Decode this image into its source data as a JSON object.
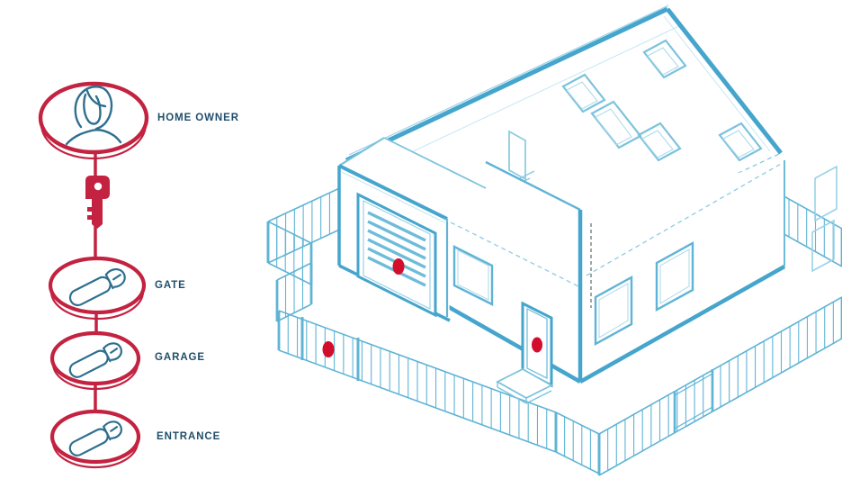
{
  "page": {
    "background_color": "#ffffff"
  },
  "keychain": {
    "ring_color": "#c32240",
    "icon_color": "#2f6f8f",
    "label_color": "#1f4e6b",
    "connector_icon": "key-icon",
    "items": [
      {
        "id": "home-owner",
        "label": "HOME OWNER",
        "icon": "person-icon"
      },
      {
        "id": "gate",
        "label": "GATE",
        "icon": "key-icon"
      },
      {
        "id": "garage",
        "label": "GARAGE",
        "icon": "key-icon"
      },
      {
        "id": "entrance",
        "label": "ENTRANCE",
        "icon": "key-icon"
      }
    ]
  },
  "house_map": {
    "line_color": "#45a5cc",
    "marker_color": "#d30e2c",
    "markers": [
      {
        "id": "gate-marker",
        "location": "fence-gate"
      },
      {
        "id": "garage-door-marker",
        "location": "garage-door"
      },
      {
        "id": "entrance-door-marker",
        "location": "entrance-door"
      }
    ]
  }
}
